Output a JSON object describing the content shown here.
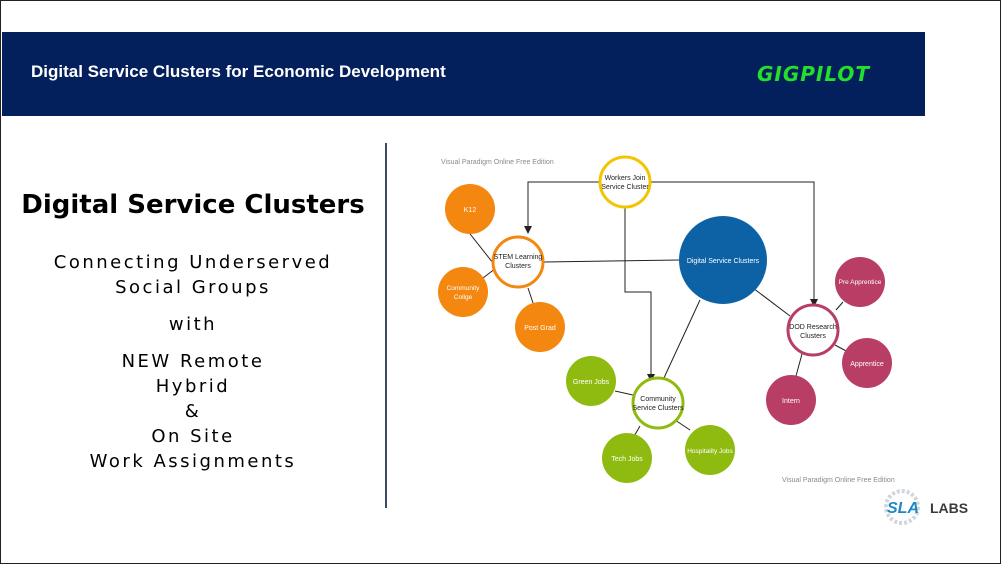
{
  "header": {
    "title": "Digital Service Clusters for Economic Development",
    "brand": "GIGPILOT"
  },
  "left_panel": {
    "heading": "Digital Service Clusters",
    "lines": [
      "Connecting Underserved",
      "Social Groups",
      "with",
      "NEW Remote",
      "Hybrid",
      "&",
      "On Site",
      "Work Assignments"
    ]
  },
  "diagram": {
    "watermarks": [
      "Visual Paradigm Online Free Edition",
      "Visual Paradigm Online Free Edition"
    ],
    "nodes": {
      "workers": "Workers Join Service Cluster",
      "k12": "K12",
      "stem": "STEM Learning Clusters",
      "community_college": "Community Collge",
      "post_grad": "Post Grad",
      "digital": "Digital Service Clusters",
      "pre_apprentice": "Pre Apprentice",
      "dod": "DOD Research Clusters",
      "apprentice": "Apprentice",
      "intern": "Intern",
      "green_jobs": "Green Jobs",
      "community_service": "Community Service Clusters",
      "tech_jobs": "Tech Jobs",
      "hospitality_jobs": "Hospitality Jobs"
    },
    "colors": {
      "orange": "#f4870f",
      "yellow": "#f5c400",
      "blue": "#0d62a5",
      "green": "#8fbb10",
      "maroon": "#b83e66"
    }
  },
  "logo": {
    "text": "SLALABS"
  }
}
